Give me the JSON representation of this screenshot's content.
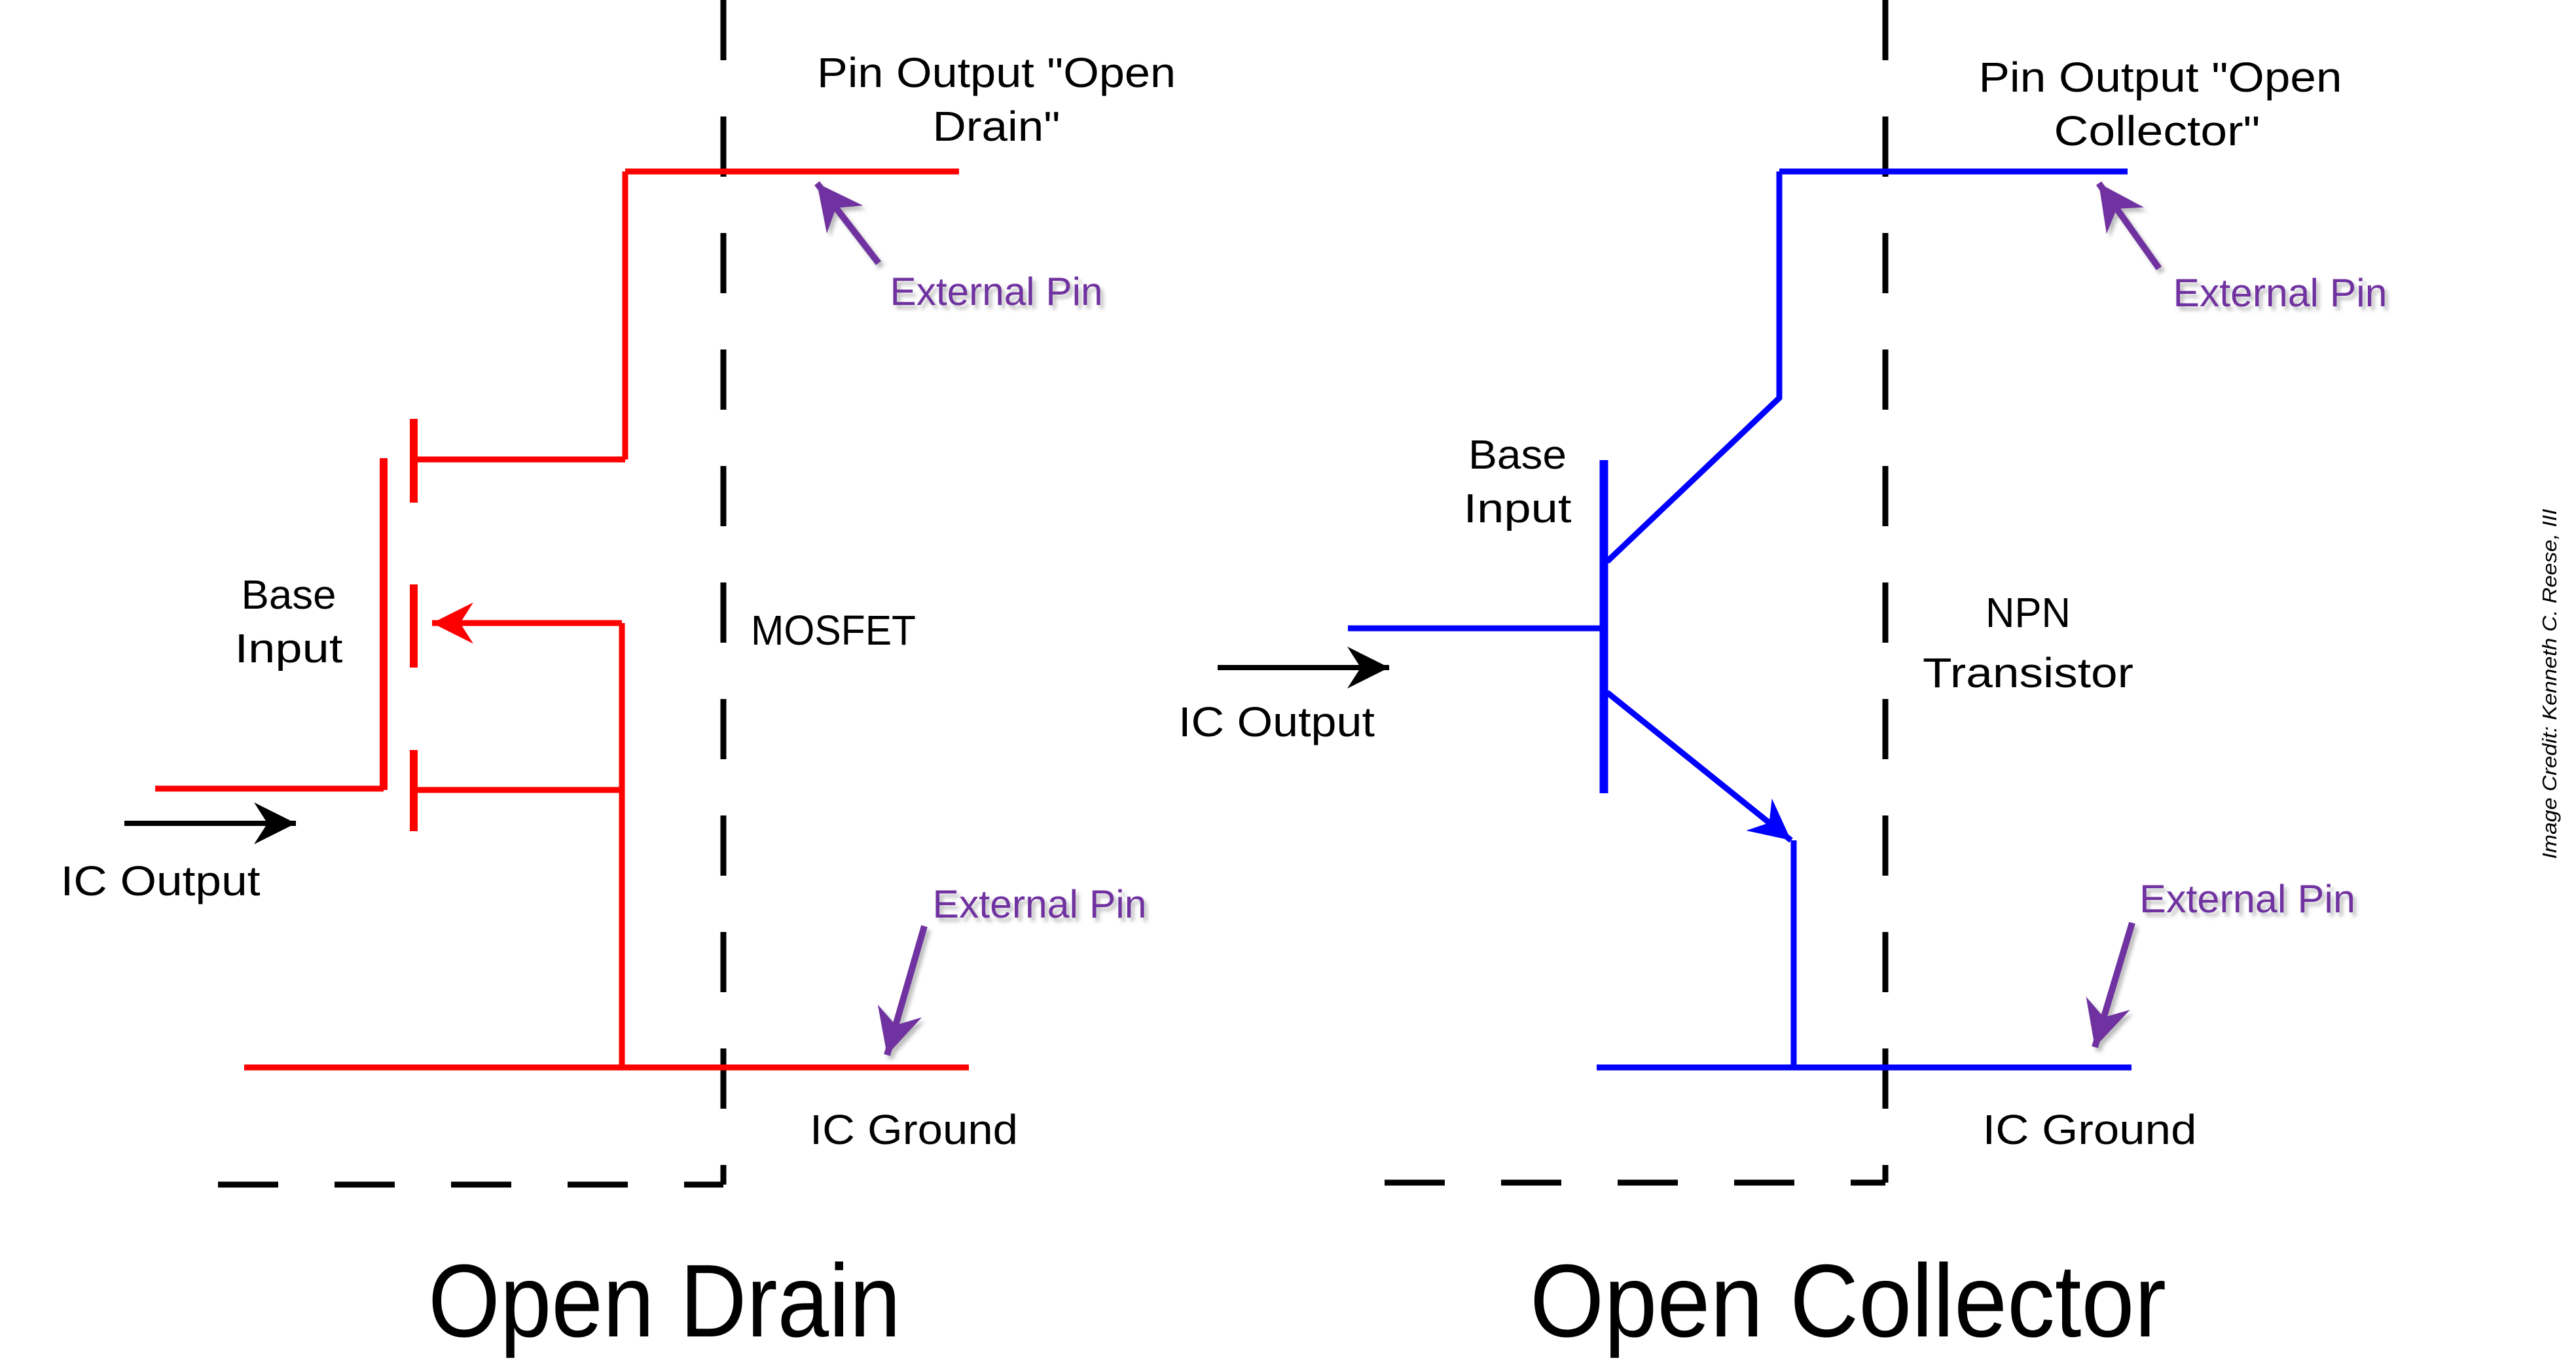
{
  "colors": {
    "red": "#ff0000",
    "blue": "#0000fe",
    "purple": "#7030a0",
    "black": "#000000",
    "background": "#ffffff"
  },
  "left": {
    "pin_output_line1": "Pin Output \"Open",
    "pin_output_line2": "Drain\"",
    "external_pin_top": "External Pin",
    "base_input_line1": "Base",
    "base_input_line2": "Input",
    "ic_output": "IC Output",
    "device_label": "MOSFET",
    "external_pin_bottom": "External Pin",
    "ic_ground": "IC Ground",
    "title": "Open Drain"
  },
  "right": {
    "pin_output_line1": "Pin Output \"Open",
    "pin_output_line2": "Collector\"",
    "external_pin_top": "External Pin",
    "base_input_line1": "Base",
    "base_input_line2": "Input",
    "ic_output": "IC Output",
    "device_label_line1": "NPN",
    "device_label_line2": "Transistor",
    "external_pin_bottom": "External Pin",
    "ic_ground": "IC Ground",
    "title": "Open Collector"
  },
  "credit": "Image Credit: Kenneth C. Reese, III"
}
